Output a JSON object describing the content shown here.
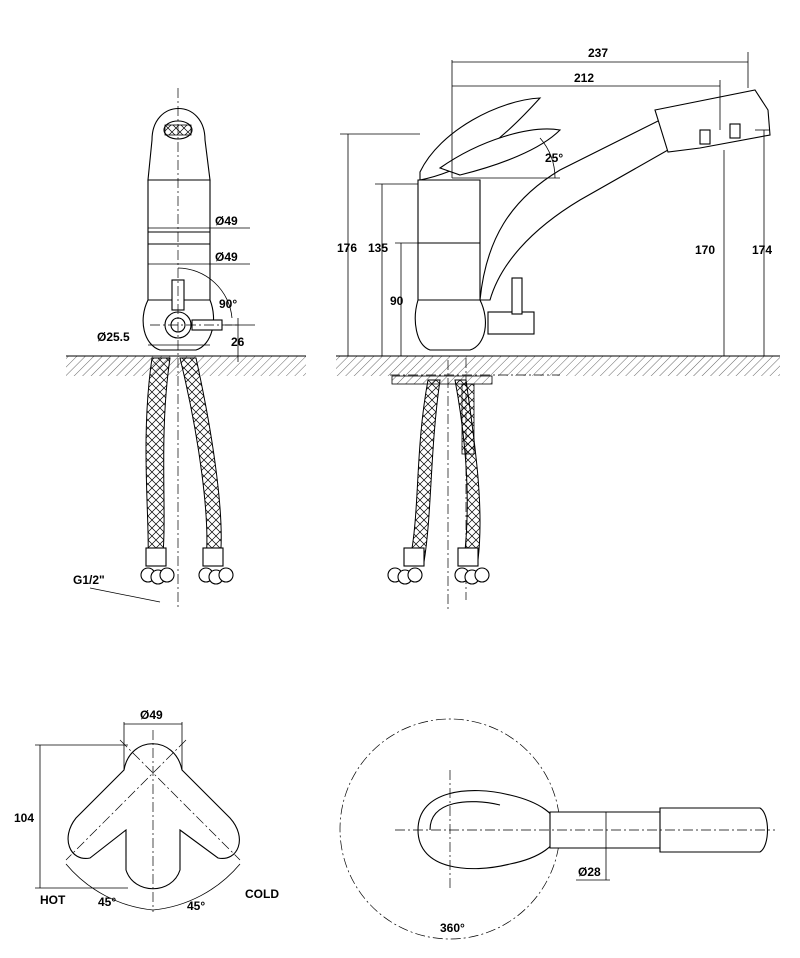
{
  "front": {
    "d49_top": "Ø49",
    "d49_bottom": "Ø49",
    "angle90": "90°",
    "d25_5": "Ø25.5",
    "h26": "26",
    "thread": "G1/2\""
  },
  "side": {
    "w237": "237",
    "w212": "212",
    "angle25": "25°",
    "h176": "176",
    "h135": "135",
    "h90": "90",
    "h170": "170",
    "h174": "174"
  },
  "handle_top": {
    "d49": "Ø49",
    "h104": "104",
    "hot": "HOT",
    "cold": "COLD",
    "a45_left": "45°",
    "a45_right": "45°"
  },
  "swivel_top": {
    "d28": "Ø28",
    "rot360": "360°"
  }
}
